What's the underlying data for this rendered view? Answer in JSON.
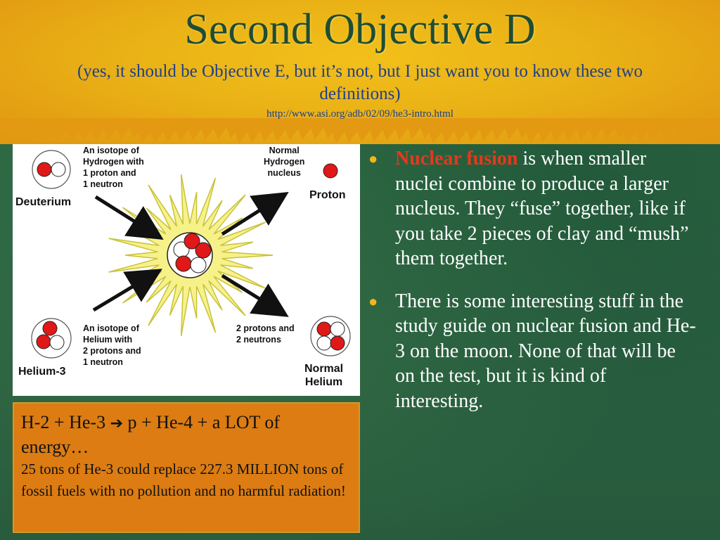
{
  "slide": {
    "title": "Second Objective D",
    "subtitle": "(yes, it should be Objective E, but it’s not, but I just want you to know these two definitions)",
    "url": "http://www.asi.org/adb/02/09/he3-intro.html"
  },
  "diagram": {
    "deuterium_desc_1": "An isotope of",
    "deuterium_desc_2": "Hydrogen with",
    "deuterium_desc_3": "1 proton and",
    "deuterium_desc_4": "1 neutron",
    "deuterium_name": "Deuterium",
    "proton_desc_1": "Normal",
    "proton_desc_2": "Hydrogen",
    "proton_desc_3": "nucleus",
    "proton_name": "Proton",
    "helium3_desc_1": "An isotope of",
    "helium3_desc_2": "Helium with",
    "helium3_desc_3": "2 protons and",
    "helium3_desc_4": "1 neutron",
    "helium3_name": "Helium-3",
    "helium_desc_1": "2 protons and",
    "helium_desc_2": "2 neutrons",
    "helium_name_1": "Normal",
    "helium_name_2": "Helium",
    "colors": {
      "proton": "#e01818",
      "neutron": "#ffffff",
      "burst": "#f7f18a"
    }
  },
  "energy": {
    "equation_left": "H-2 + He-3",
    "arrow_icon": "right-arrow-icon",
    "arrow_glyph": "➔",
    "equation_right": "p + He-4 + a LOT of energy…",
    "note": "25 tons of He-3 could replace 227.3 MILLION tons of fossil fuels with no pollution and no harmful radiation!"
  },
  "bullets": [
    {
      "highlight": "Nuclear fusion",
      "text": " is when smaller nuclei combine to produce a larger nucleus. They “fuse” together, like if you take 2 pieces of clay and “mush” them together."
    },
    {
      "highlight": "",
      "text": "There is some interesting stuff in the study guide on nuclear fusion and He-3 on the moon.  None of that will be on the test, but it is kind of interesting."
    }
  ],
  "colors": {
    "accent_green": "#1f4d33",
    "accent_blue": "#1e3f8a",
    "highlight_red": "#e4391c",
    "box_orange": "#dc7c12"
  }
}
